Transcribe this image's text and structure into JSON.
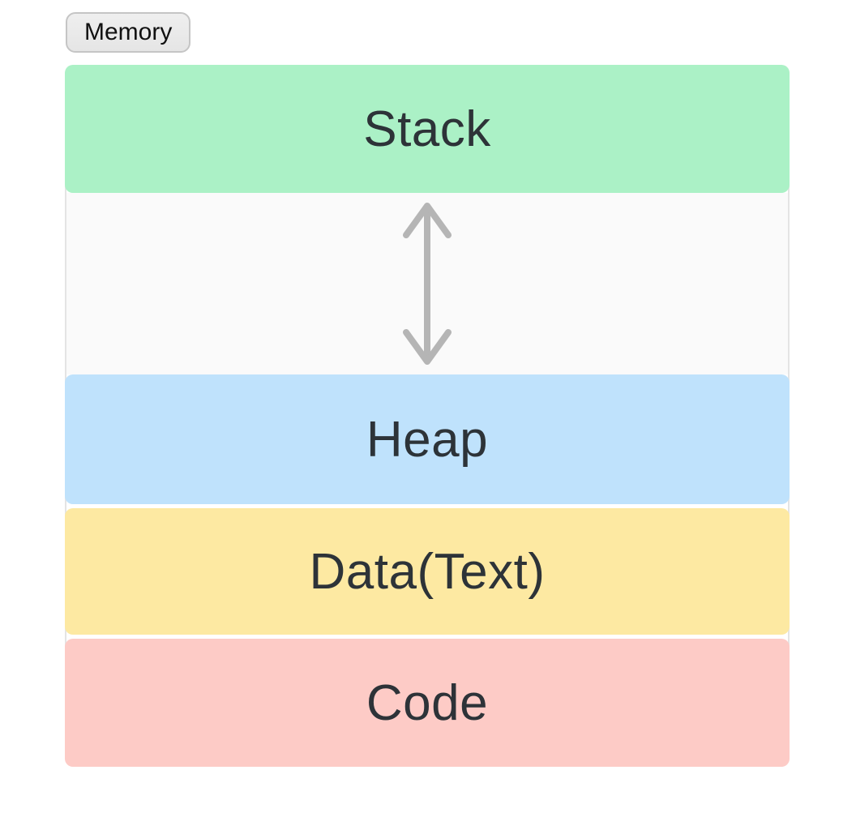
{
  "badge": {
    "label": "Memory",
    "bg": "#e9e9e9",
    "border": "#c5c5c5"
  },
  "diagram": {
    "sections": [
      {
        "name": "stack",
        "label": "Stack",
        "color": "#abf1c6"
      },
      {
        "name": "heap",
        "label": "Heap",
        "color": "#bfe2fc"
      },
      {
        "name": "data",
        "label": "Data(Text)",
        "color": "#fde9a2"
      },
      {
        "name": "code",
        "label": "Code",
        "color": "#fdcbc6"
      }
    ],
    "arrow": {
      "name": "vertical-double-arrow",
      "color": "#b5b5b5"
    },
    "label_text_color": "#2d3338",
    "spacer_bg": "#fafafa"
  }
}
